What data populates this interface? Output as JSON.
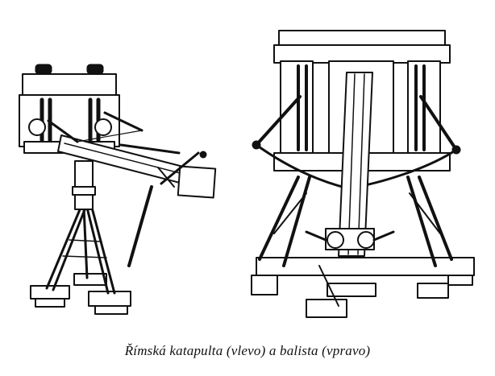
{
  "caption": "Římská katapulta (vlevo) a balista (vpravo)",
  "figures": {
    "left_icon": "catapult-illustration",
    "right_icon": "ballista-illustration"
  },
  "colors": {
    "background": "#ffffff",
    "ink": "#111111"
  }
}
